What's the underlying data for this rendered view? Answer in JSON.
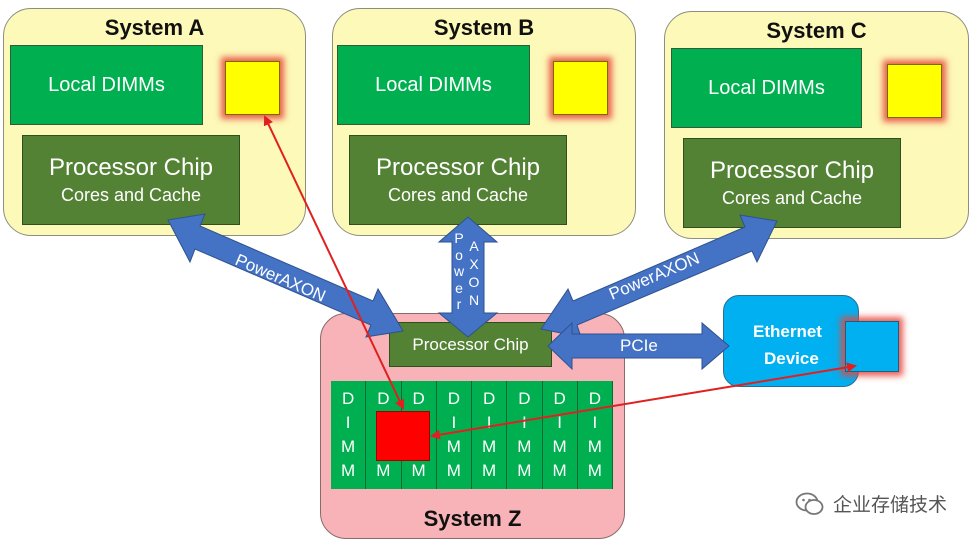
{
  "systems": {
    "a": {
      "title": "System A",
      "dimms": "Local DIMMs",
      "chip": "Processor Chip",
      "chip_sub": "Cores and Cache"
    },
    "b": {
      "title": "System B",
      "dimms": "Local DIMMs",
      "chip": "Processor Chip",
      "chip_sub": "Cores and Cache"
    },
    "c": {
      "title": "System C",
      "dimms": "Local DIMMs",
      "chip": "Processor Chip",
      "chip_sub": "Cores and Cache"
    },
    "z": {
      "title": "System Z",
      "chip": "Processor Chip"
    }
  },
  "links": {
    "left": "PowerAXON",
    "right": "PowerAXON",
    "center_left": [
      "P",
      "o",
      "w",
      "e",
      "r"
    ],
    "center_right": [
      "A",
      "X",
      "O",
      "N"
    ],
    "pcie": "PCIe"
  },
  "dimm_letters": [
    "D",
    "I",
    "M",
    "M"
  ],
  "dimm_count": 8,
  "ethernet": {
    "line1": "Ethernet",
    "line2": "Device"
  },
  "watermark": "企业存储技术",
  "colors": {
    "system_fill": "#fdf9b8",
    "dimm_green": "#00b050",
    "processor_green": "#548235",
    "cache_yellow": "#ffff00",
    "arrow_blue": "#4472c4",
    "system_z_pink": "#f7b3b7",
    "ethernet_blue": "#00b0f0",
    "red_link": "#e02020"
  }
}
